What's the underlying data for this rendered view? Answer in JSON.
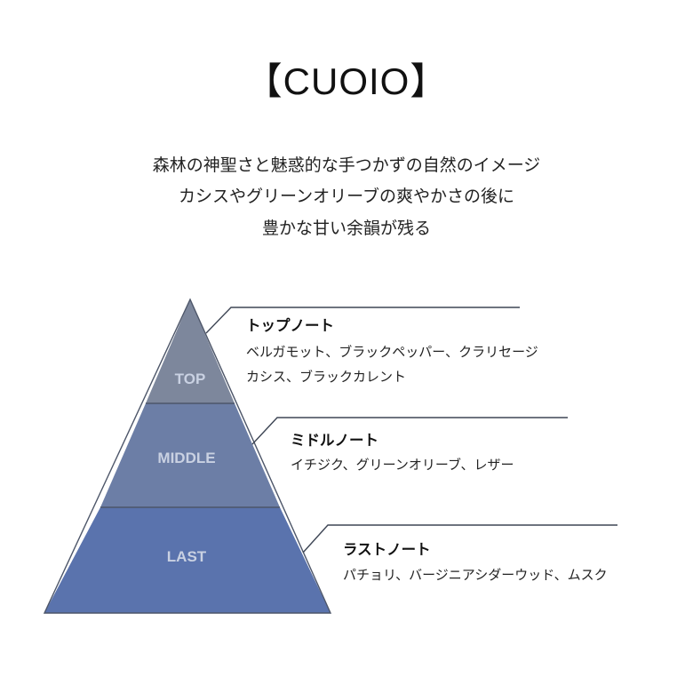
{
  "title": "【CUOIO】",
  "description": [
    "森林の神聖さと魅惑的な手つかずの自然のイメージ",
    "カシスやグリーンオリーブの爽やかさの後に",
    "豊かな甘い余韻が残る"
  ],
  "levels": {
    "top": {
      "label": "TOP",
      "color": "#7d879c",
      "heading": "トップノート",
      "notes": [
        "ベルガモット、ブラックペッパー、クラリセージ",
        "カシス、ブラックカレント"
      ]
    },
    "middle": {
      "label": "MIDDLE",
      "color": "#6c7ea6",
      "heading": "ミドルノート",
      "notes": [
        "イチジク、グリーンオリーブ、レザー"
      ]
    },
    "last": {
      "label": "LAST",
      "color": "#5a73ad",
      "heading": "ラストノート",
      "notes": [
        "パチョリ、バージニアシダーウッド、ムスク"
      ]
    }
  },
  "line_color": "#3e4655"
}
